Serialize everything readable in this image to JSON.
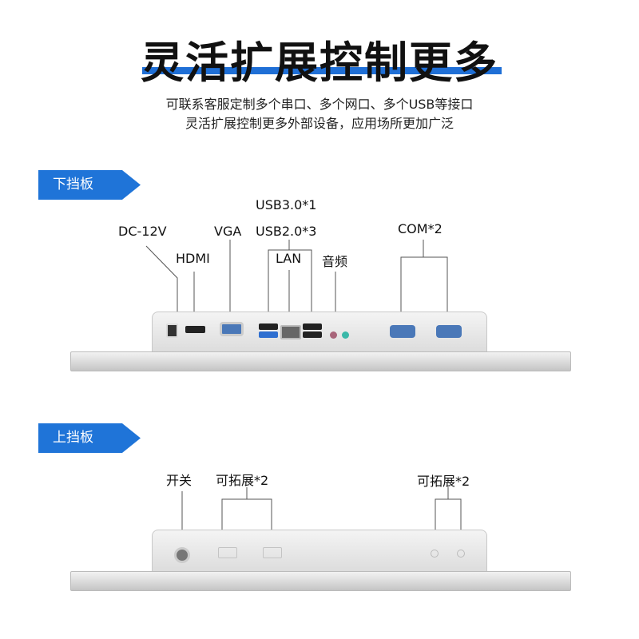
{
  "title": "灵活扩展控制更多",
  "subtitle": [
    "可联系客服定制多个串口、多个网口、多个USB等接口",
    "灵活扩展控制更多外部设备，应用场所更加广泛"
  ],
  "accent": "#1f74d8",
  "bottom_panel": {
    "tag": "下挡板",
    "labels": {
      "dc": "DC-12V",
      "hdmi": "HDMI",
      "vga": "VGA",
      "usb3": "USB3.0*1",
      "usb2": "USB2.0*3",
      "lan": "LAN",
      "audio": "音频",
      "com": "COM*2"
    }
  },
  "top_panel": {
    "tag": "上挡板",
    "labels": {
      "switch": "开关",
      "expand_left": "可拓展*2",
      "expand_right": "可拓展*2"
    }
  }
}
